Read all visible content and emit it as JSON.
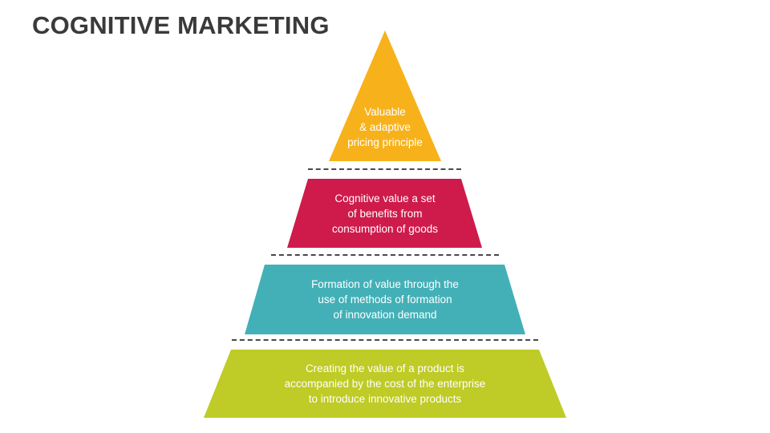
{
  "title": "COGNITIVE MARKETING",
  "colors": {
    "tier1": "#F7B21B",
    "tier2": "#CE1B4C",
    "tier3": "#43B0B7",
    "tier4": "#BFCB26",
    "divider": "#4a4a4a"
  },
  "tiers": [
    {
      "lines": [
        "Valuable",
        "& adaptive",
        "pricing principle"
      ]
    },
    {
      "lines": [
        "Cognitive value a set",
        "of benefits from",
        "consumption of goods"
      ]
    },
    {
      "lines": [
        "Formation of value through the",
        "use of methods of formation",
        "of innovation demand"
      ]
    },
    {
      "lines": [
        "Creating the value of a product is",
        "accompanied by the cost of the enterprise",
        "to introduce innovative products"
      ]
    }
  ]
}
